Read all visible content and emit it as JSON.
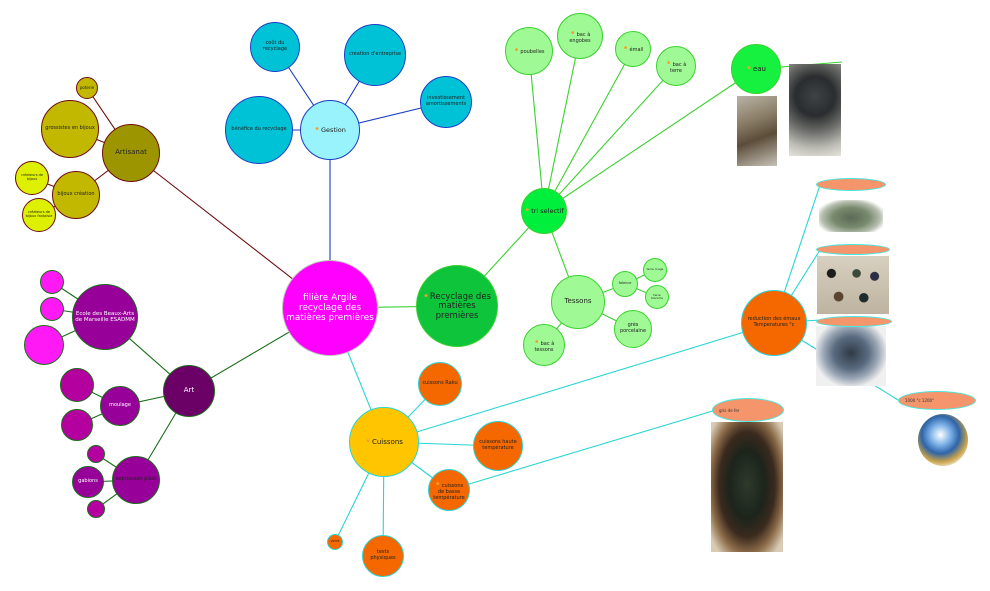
{
  "nodes": [
    {
      "id": "center",
      "label": "filière Argile recyclage des matières premières",
      "bg": "#ff00ff",
      "border": "#bfbfbf",
      "color": "#ffffff"
    },
    {
      "id": "gestion",
      "label": "Gestion",
      "bg": "#98f3fd",
      "border": "#1a3dc4",
      "color": "#222222"
    },
    {
      "id": "cout",
      "label": "coût du recyclage",
      "bg": "#00c2d6",
      "border": "#1a3dc4",
      "color": "#222222"
    },
    {
      "id": "creation",
      "label": "création d'entreprise",
      "bg": "#00c2d6",
      "border": "#1a3dc4",
      "color": "#222222"
    },
    {
      "id": "invest",
      "label": "investissement amortissements",
      "bg": "#00c2d6",
      "border": "#1a3dc4",
      "color": "#222222"
    },
    {
      "id": "benefice",
      "label": "bénéfice du recyclage",
      "bg": "#00c2d6",
      "border": "#1a3dc4",
      "color": "#222222"
    },
    {
      "id": "artisanat",
      "label": "Artisanat",
      "bg": "#9c9500",
      "border": "#6b0c0c",
      "color": "#222222"
    },
    {
      "id": "poterie",
      "label": "poterie",
      "bg": "#c2b800",
      "border": "#6b0c0c",
      "color": "#222222"
    },
    {
      "id": "grossistes",
      "label": "grossistes en bijoux",
      "bg": "#c2b800",
      "border": "#6b0c0c",
      "color": "#222222"
    },
    {
      "id": "bijoux",
      "label": "bijoux création",
      "bg": "#c2b800",
      "border": "#6b0c0c",
      "color": "#222222"
    },
    {
      "id": "createurs1",
      "label": "créateurs de bijoux",
      "bg": "#dcf000",
      "border": "#6b0c0c",
      "color": "#222222"
    },
    {
      "id": "createurs2",
      "label": "créateurs de bijoux fantaisie",
      "bg": "#dcf000",
      "border": "#6b0c0c",
      "color": "#222222"
    },
    {
      "id": "art",
      "label": "Art",
      "bg": "#6b0066",
      "border": "#1a6b1a",
      "color": "#ffffff"
    },
    {
      "id": "ecoles",
      "label": "Ecole des Beaux-Arts de Marseille ESADMM",
      "bg": "#98009a",
      "border": "#1a6b1a",
      "color": "#ffffff"
    },
    {
      "id": "ecoles-a",
      "label": "",
      "bg": "#ff19f5",
      "border": "#1a6b1a",
      "color": "#ffffff"
    },
    {
      "id": "ecoles-b",
      "label": "",
      "bg": "#ff19f5",
      "border": "#1a6b1a",
      "color": "#ffffff"
    },
    {
      "id": "ecoles-c",
      "label": "",
      "bg": "#ff19f5",
      "border": "#1a6b1a",
      "color": "#ffffff"
    },
    {
      "id": "moulage",
      "label": "moulage",
      "bg": "#98009a",
      "border": "#1a6b1a",
      "color": "#ffffff"
    },
    {
      "id": "moulage-a",
      "label": "",
      "bg": "#b3009e",
      "border": "#1a6b1a",
      "color": "#ffffff"
    },
    {
      "id": "moulage-b",
      "label": "",
      "bg": "#b3009e",
      "border": "#1a6b1a",
      "color": "#ffffff"
    },
    {
      "id": "expression",
      "label": "expression plast",
      "bg": "#98009a",
      "border": "#1a6b1a",
      "color": "#222222"
    },
    {
      "id": "gabions",
      "label": "gabions",
      "bg": "#98009a",
      "border": "#1a6b1a",
      "color": "#ffffff"
    },
    {
      "id": "expr-a",
      "label": "",
      "bg": "#b3009e",
      "border": "#1a6b1a",
      "color": "#ffffff"
    },
    {
      "id": "expr-b",
      "label": "",
      "bg": "#b3009e",
      "border": "#1a6b1a",
      "color": "#ffffff"
    },
    {
      "id": "cuissons",
      "label": "Cuissons",
      "bg": "#ffc600",
      "border": "#2ad4d4",
      "color": "#222222"
    },
    {
      "id": "raku",
      "label": "cuissons Raku",
      "bg": "#f56800",
      "border": "#2ad4d4",
      "color": "#222222"
    },
    {
      "id": "haute",
      "label": "cuissons haute température",
      "bg": "#f56800",
      "border": "#2ad4d4",
      "color": "#222222"
    },
    {
      "id": "basse",
      "label": "cuissons de basse température",
      "bg": "#f56800",
      "border": "#2ad4d4",
      "color": "#222222"
    },
    {
      "id": "verre",
      "label": "verre",
      "bg": "#f56800",
      "border": "#2ad4d4",
      "color": "#222222"
    },
    {
      "id": "tests",
      "label": "tests physiques",
      "bg": "#f56800",
      "border": "#2ad4d4",
      "color": "#222222"
    },
    {
      "id": "recyclage",
      "label": "Recyclage des matières premières",
      "bg": "#0dc43a",
      "border": "#3ad12e",
      "color": "#222222"
    },
    {
      "id": "tri",
      "label": "tri selectif",
      "bg": "#00ee3c",
      "border": "#3ad12e",
      "color": "#222222"
    },
    {
      "id": "poubelles",
      "label": "poubelles",
      "bg": "#9ffa95",
      "border": "#3ad12e",
      "color": "#222222"
    },
    {
      "id": "engobes",
      "label": "bac à engobes",
      "bg": "#9ffa95",
      "border": "#3ad12e",
      "color": "#222222"
    },
    {
      "id": "email",
      "label": "émail",
      "bg": "#9ffa95",
      "border": "#3ad12e",
      "color": "#222222"
    },
    {
      "id": "terre",
      "label": "bac à terre",
      "bg": "#9ffa95",
      "border": "#3ad12e",
      "color": "#222222"
    },
    {
      "id": "eau",
      "label": "eau",
      "bg": "#16f03e",
      "border": "#3ad12e",
      "color": "#222222"
    },
    {
      "id": "tessons",
      "label": "Tessons",
      "bg": "#9ffa95",
      "border": "#3ad12e",
      "color": "#222222"
    },
    {
      "id": "faience",
      "label": "faïence",
      "bg": "#9ffa95",
      "border": "#3ad12e",
      "color": "#222222"
    },
    {
      "id": "terre-rouge",
      "label": "terre rouge",
      "bg": "#9ffa95",
      "border": "#3ad12e",
      "color": "#222222"
    },
    {
      "id": "terre-blanche",
      "label": "terre blanche",
      "bg": "#9ffa95",
      "border": "#3ad12e",
      "color": "#222222"
    },
    {
      "id": "gres",
      "label": "grès porcelaine",
      "bg": "#9ffa95",
      "border": "#3ad12e",
      "color": "#222222"
    },
    {
      "id": "bactessons",
      "label": "bac à tessons",
      "bg": "#9ffa95",
      "border": "#3ad12e",
      "color": "#222222"
    },
    {
      "id": "reduction",
      "label": "reduction des émaux Temperatures °c",
      "bg": "#f56800",
      "border": "#2ad4d4",
      "color": "#222222"
    }
  ],
  "pills": [
    "",
    "",
    "",
    "gris de fer",
    "",
    "1000 °c 1200°"
  ],
  "colors": {
    "gestion_line": "#1a3dc4",
    "artisanat_line": "#6b0c0c",
    "art_line": "#1a6b1a",
    "cuissons_line": "#2ad4d4",
    "recyclage_line": "#3ad12e"
  }
}
